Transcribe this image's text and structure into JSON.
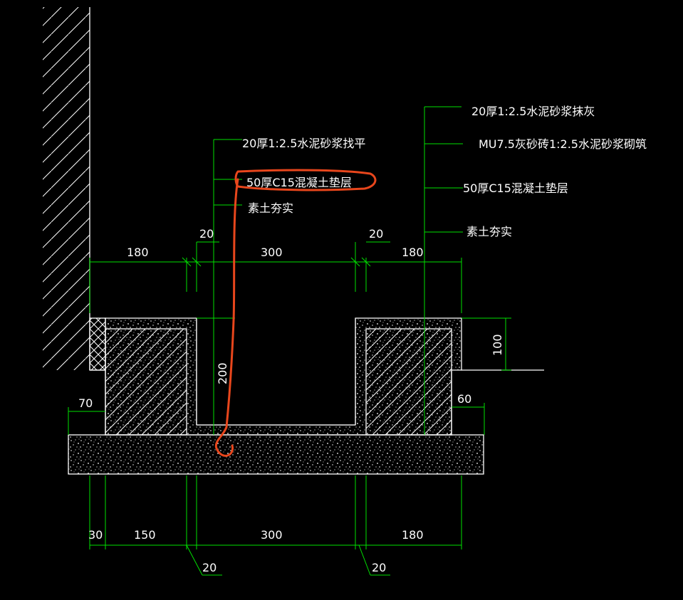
{
  "labels": {
    "left_1": "20厚1:2.5水泥砂浆找平",
    "left_2": "50厚C15混凝土垫层",
    "left_3": "素土夯实",
    "right_1": "20厚1:2.5水泥砂浆抹灰",
    "right_2": "MU7.5灰砂砖1:2.5水泥砂浆砌筑",
    "right_3": "50厚C15混凝土垫层",
    "right_4": "素土夯实"
  },
  "dims_top": {
    "left_wall": "180",
    "left_gap": "20",
    "channel": "300",
    "right_gap": "20",
    "right_wall": "180"
  },
  "dims_side": {
    "depth": "200",
    "height": "100",
    "left_step": "70",
    "right_step": "60"
  },
  "dims_bottom": {
    "a": "30",
    "b": "150",
    "c": "300",
    "d": "180",
    "left_gap": "20",
    "right_gap": "20"
  },
  "colors": {
    "background": "#000000",
    "dimension_lines": "#00e000",
    "outline": "#ffffff",
    "markup": "#e8461c"
  }
}
